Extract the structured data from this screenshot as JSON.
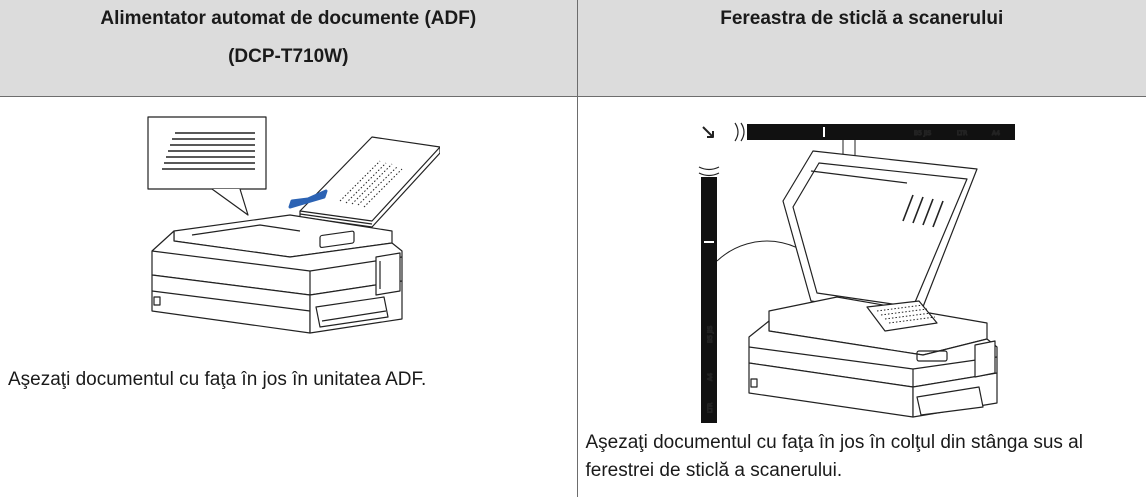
{
  "headers": {
    "adf_line1": "Alimentator automat de documente (ADF)",
    "adf_line2": "(DCP-T710W)",
    "glass": "Fereastra de sticlă a scanerului"
  },
  "adf": {
    "instruction": "Aşezaţi documentul cu faţa în jos în unitatea ADF."
  },
  "glass": {
    "instruction": "Aşezaţi documentul cu faţa în jos în colţul din stânga sus al ferestrei de sticlă a scanerului.",
    "ruler_top_labels": [
      "B5 JIS",
      "LTR",
      "A4"
    ],
    "ruler_left_labels": [
      "B5 JIS",
      "A4",
      "LTR"
    ]
  },
  "colors": {
    "header_bg": "#dcdcdc",
    "border": "#6d6d6d",
    "arrow": "#2c63b4"
  }
}
